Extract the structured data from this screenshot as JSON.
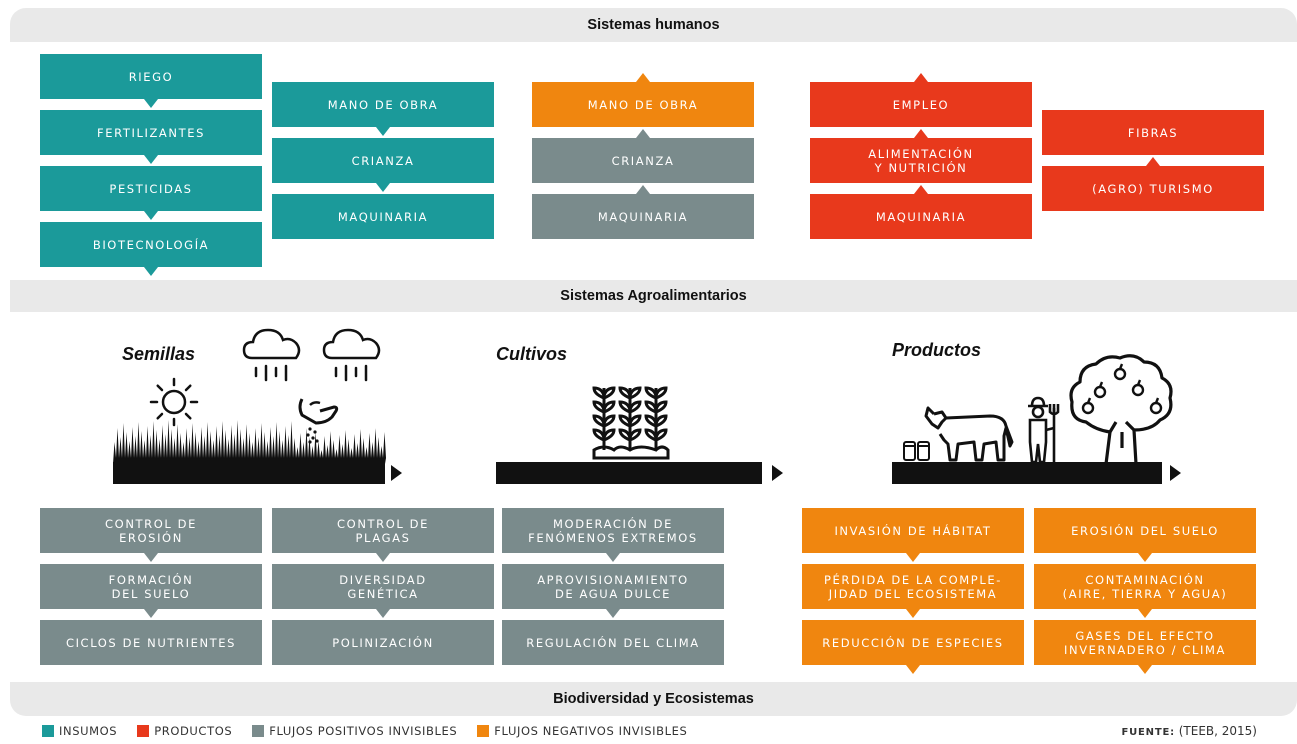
{
  "bands": {
    "top": "Sistemas humanos",
    "middle": "Sistemas Agroalimentarios",
    "bottom": "Biodiversidad y Ecosistemas"
  },
  "human_systems": {
    "col1": [
      "RIEGO",
      "FERTILIZANTES",
      "PESTICIDAS",
      "BIOTECNOLOGÍA"
    ],
    "col2": [
      "MANO DE OBRA",
      "CRIANZA",
      "MAQUINARIA"
    ],
    "col3": [
      "MANO DE OBRA",
      "CRIANZA",
      "MAQUINARIA"
    ],
    "col4": [
      "EMPLEO",
      "ALIMENTACIÓN\nY NUTRICIÓN",
      "MAQUINARIA"
    ],
    "col5": [
      "FIBRAS",
      "(AGRO) TURISMO"
    ]
  },
  "stages": {
    "seeds": "Semillas",
    "crops": "Cultivos",
    "products": "Productos"
  },
  "ecosystems": {
    "col1": [
      "CONTROL DE\nEROSIÓN",
      "FORMACIÓN\nDEL SUELO",
      "CICLOS DE NUTRIENTES"
    ],
    "col2": [
      "CONTROL DE\nPLAGAS",
      "DIVERSIDAD\nGENÉTICA",
      "POLINIZACIÓN"
    ],
    "col3": [
      "MODERACIÓN DE\nFENÓMENOS EXTREMOS",
      "APROVISIONAMIENTO\nDE AGUA DULCE",
      "REGULACIÓN DEL CLIMA"
    ],
    "col4": [
      "INVASIÓN DE HÁBITAT",
      "PÉRDIDA DE LA COMPLE-\nJIDAD DEL ECOSISTEMA",
      "REDUCCIÓN DE ESPECIES"
    ],
    "col5": [
      "EROSIÓN DEL SUELO",
      "CONTAMINACIÓN\n(AIRE, TIERRA Y AGUA)",
      "GASES DEL EFECTO\nINVERNADERO / CLIMA"
    ]
  },
  "legend": [
    {
      "label": "INSUMOS",
      "color": "#1b9a9a"
    },
    {
      "label": "PRODUCTOS",
      "color": "#e8391c"
    },
    {
      "label": "FLUJOS POSITIVOS INVISIBLES",
      "color": "#7a8b8c"
    },
    {
      "label": "FLUJOS NEGATIVOS INVISIBLES",
      "color": "#f0860f"
    }
  ],
  "source": {
    "label": "FUENTE:",
    "text": "(TEEB, 2015)"
  },
  "icons": [
    "sun-icon",
    "rain-cloud-icon",
    "seed-hand-icon",
    "grass-icon",
    "wheat-icon",
    "jars-icon",
    "cow-icon",
    "farmer-icon",
    "fruit-tree-icon"
  ]
}
